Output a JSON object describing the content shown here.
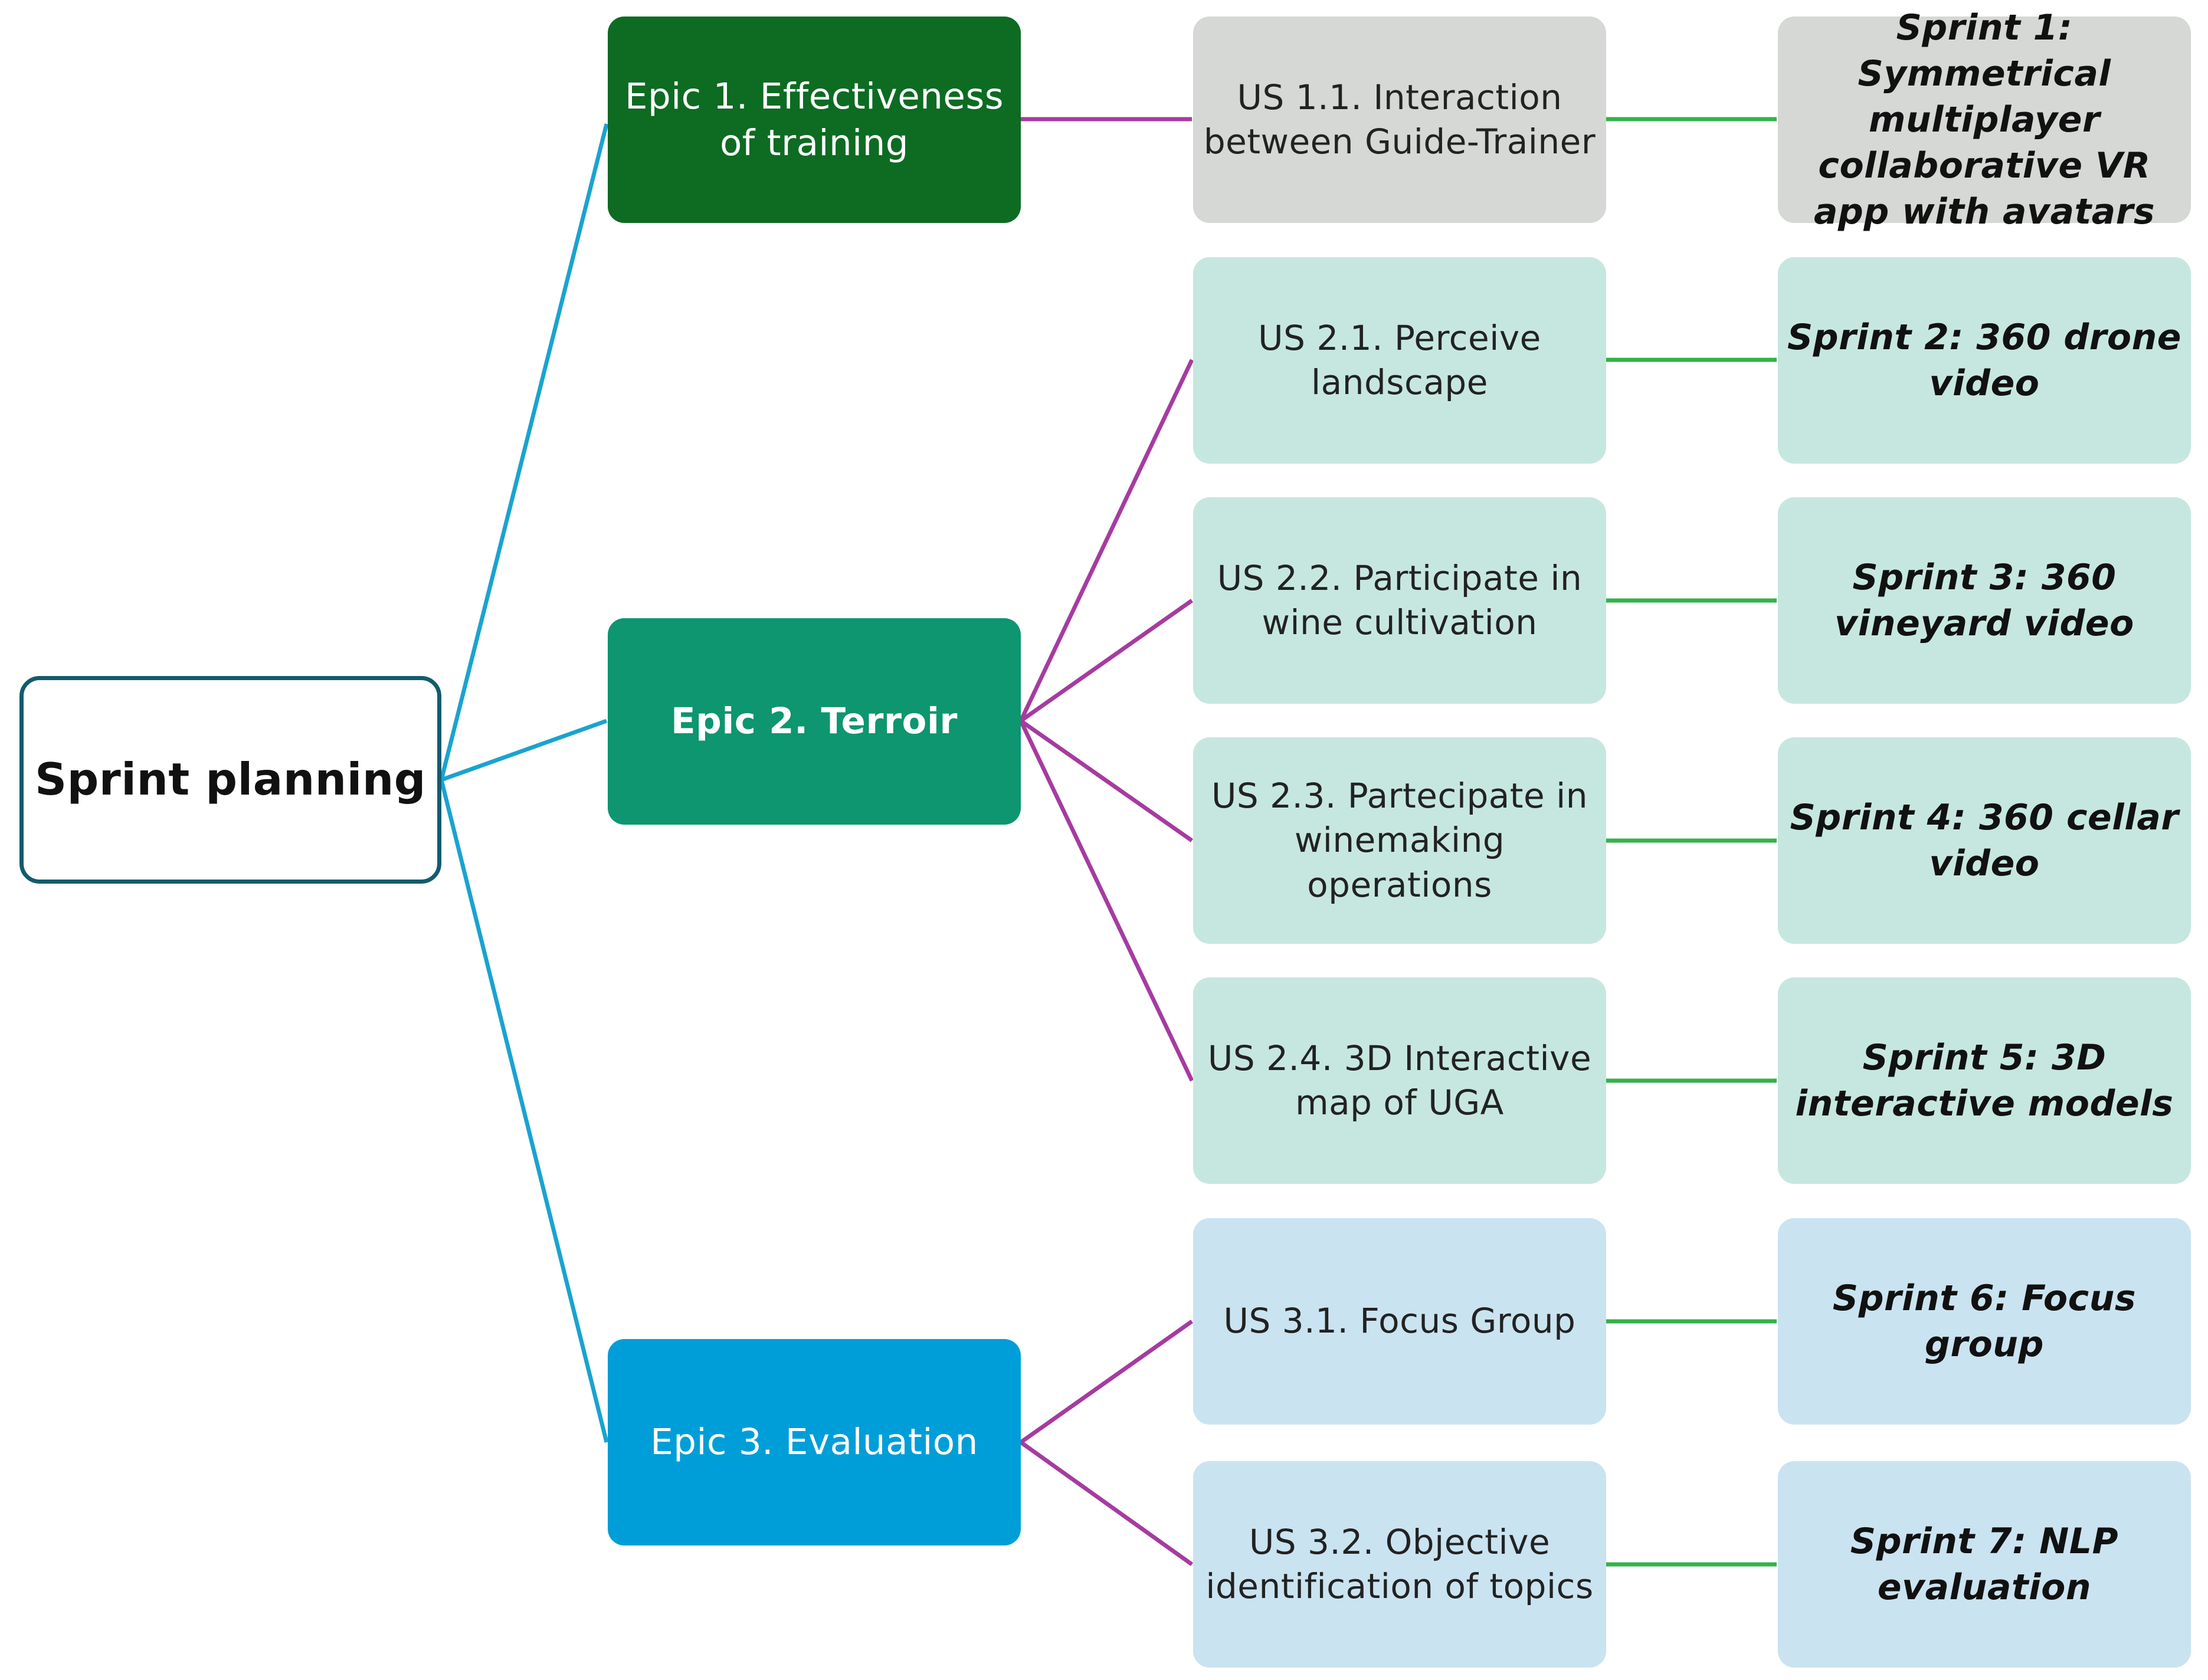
{
  "root": {
    "label": "Sprint planning"
  },
  "epics": [
    {
      "label": "Epic 1. Effectiveness of training"
    },
    {
      "label": "Epic 2. Terroir"
    },
    {
      "label": "Epic 3. Evaluation"
    }
  ],
  "user_stories": [
    {
      "label": "US 1.1. Interaction between  Guide-Trainer"
    },
    {
      "label": "US 2.1. Perceive landscape"
    },
    {
      "label": "US 2.2. Participate in wine cultivation"
    },
    {
      "label": "US 2.3. Partecipate in winemaking operations"
    },
    {
      "label": "US 2.4. 3D Interactive map of UGA"
    },
    {
      "label": "US 3.1. Focus Group"
    },
    {
      "label": "US 3.2. Objective identification of topics"
    }
  ],
  "sprints": [
    {
      "label": "Sprint 1: Symmetrical multiplayer collaborative VR app with avatars"
    },
    {
      "label": "Sprint 2: 360 drone video"
    },
    {
      "label": "Sprint 3: 360 vineyard video"
    },
    {
      "label": "Sprint 4: 360 cellar video"
    },
    {
      "label": "Sprint 5: 3D interactive models"
    },
    {
      "label": "Sprint 6: Focus group"
    },
    {
      "label": "Sprint 7: NLP evaluation"
    }
  ],
  "colors": {
    "root_border": "#135b6e",
    "root_to_epic_line": "#1aa3cf",
    "epic_to_us_line": "#a63ba0",
    "us_to_sprint_line": "#33b24a",
    "epic1_fill": "#0d6b22",
    "epic2_fill": "#0d9670",
    "epic3_fill": "#009ed8",
    "grey_fill": "#d5d8d4",
    "mint_fill": "#c6e7df",
    "blue_fill": "#cae3f1"
  }
}
